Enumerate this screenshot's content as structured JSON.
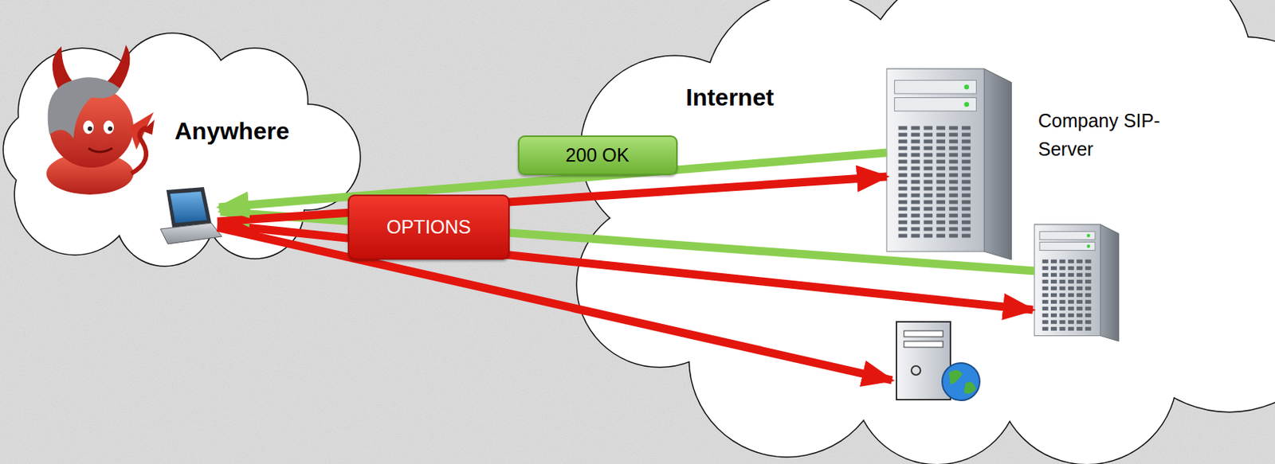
{
  "diagram": {
    "nodes": [
      {
        "text": [
          "Anywhere"
        ]
      },
      {
        "text": [
          "Internet"
        ]
      },
      {
        "text": [
          "Company SIP-Server"
        ],
        "in": 1
      }
    ],
    "edges": [
      {
        "from": 0,
        "to": 2,
        "arrow": "to",
        "label": "OPTIONS"
      },
      {
        "from": 2,
        "to": 0,
        "arrow": "to",
        "label": "200 OK"
      }
    ]
  }
}
